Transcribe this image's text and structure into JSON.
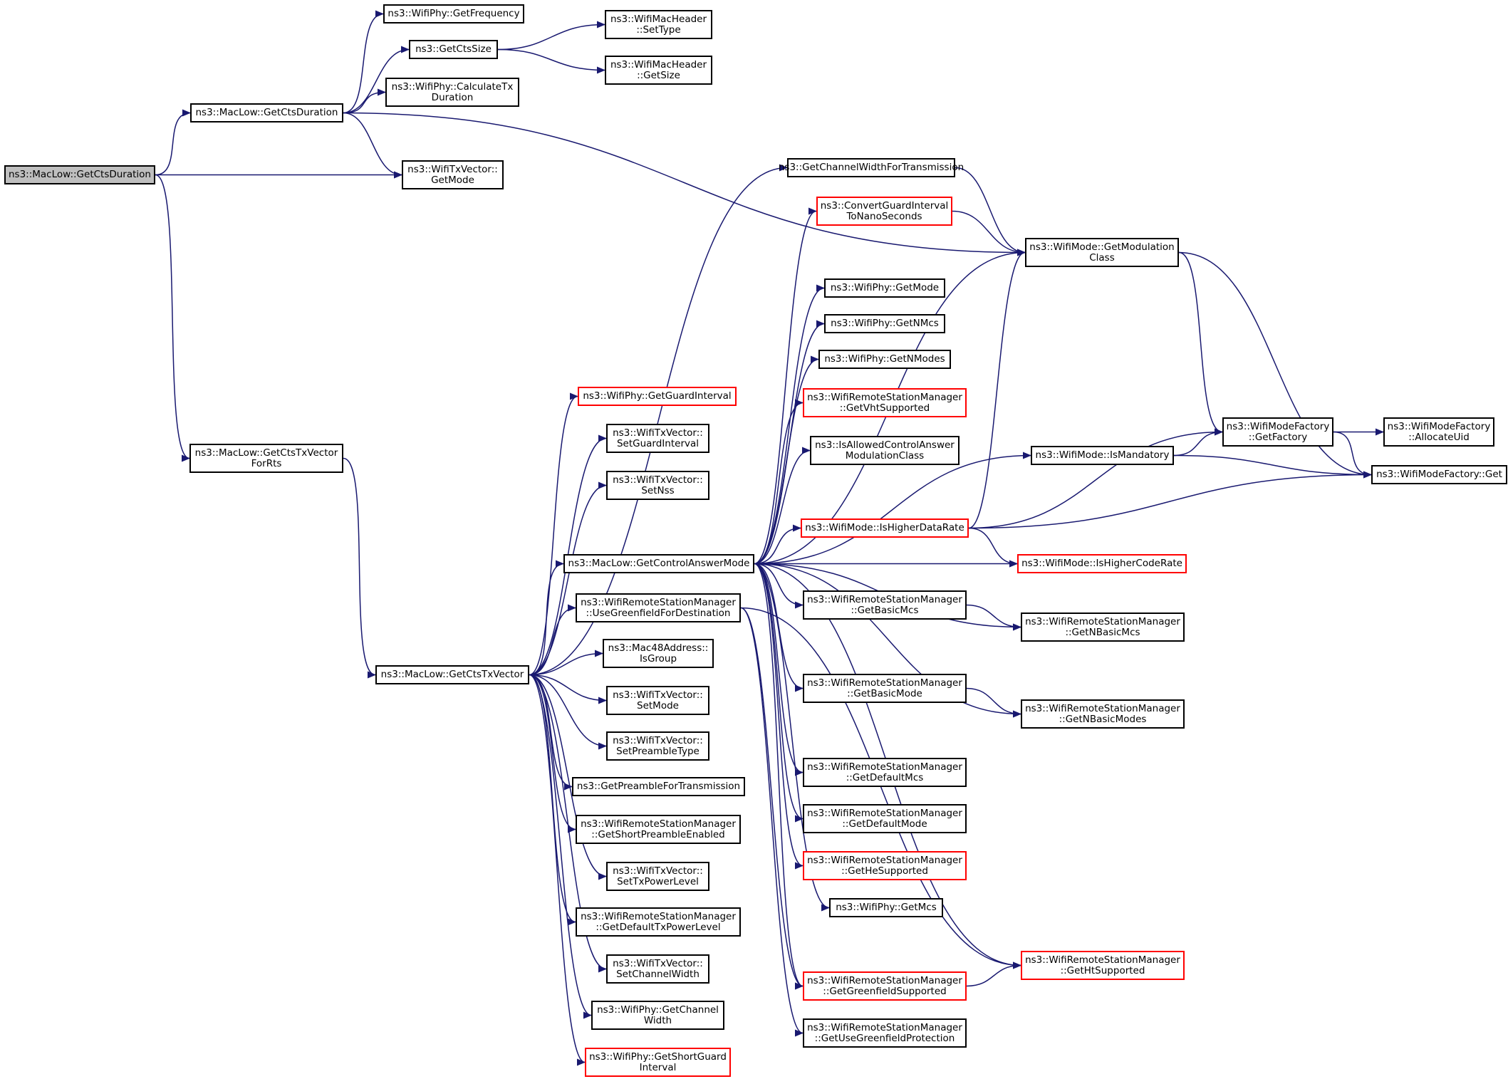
{
  "colors": {
    "edge": "#191970",
    "node_border": "#000000",
    "incomplete_border": "#ff0000",
    "root_fill": "#bfbfbf"
  },
  "nodes": [
    {
      "id": "root",
      "lines": [
        "ns3::MacLow::GetCtsDuration"
      ],
      "style": "root"
    },
    {
      "id": "getctsdur2",
      "lines": [
        "ns3::MacLow::GetCtsDuration"
      ],
      "style": "normal"
    },
    {
      "id": "getfreq",
      "lines": [
        "ns3::WifiPhy::GetFrequency"
      ],
      "style": "normal"
    },
    {
      "id": "getctssize",
      "lines": [
        "ns3::GetCtsSize"
      ],
      "style": "normal"
    },
    {
      "id": "settype",
      "lines": [
        "ns3::WifiMacHeader",
        "::SetType"
      ],
      "style": "normal"
    },
    {
      "id": "getsize",
      "lines": [
        "ns3::WifiMacHeader",
        "::GetSize"
      ],
      "style": "normal"
    },
    {
      "id": "calctx",
      "lines": [
        "ns3::WifiPhy::CalculateTx",
        "Duration"
      ],
      "style": "normal"
    },
    {
      "id": "txgetmode",
      "lines": [
        "ns3::WifiTxVector::",
        "GetMode"
      ],
      "style": "normal"
    },
    {
      "id": "getctstxvecrts",
      "lines": [
        "ns3::MacLow::GetCtsTxVector",
        "ForRts"
      ],
      "style": "normal"
    },
    {
      "id": "getctstxvec",
      "lines": [
        "ns3::MacLow::GetCtsTxVector"
      ],
      "style": "normal"
    },
    {
      "id": "getchwidthtx",
      "lines": [
        "ns3::GetChannelWidthForTransmission"
      ],
      "style": "normal"
    },
    {
      "id": "convgi",
      "lines": [
        "ns3::ConvertGuardInterval",
        "ToNanoSeconds"
      ],
      "style": "red"
    },
    {
      "id": "getmodclass",
      "lines": [
        "ns3::WifiMode::GetModulation",
        "Class"
      ],
      "style": "normal"
    },
    {
      "id": "phygetmode",
      "lines": [
        "ns3::WifiPhy::GetMode"
      ],
      "style": "normal"
    },
    {
      "id": "getnmcs",
      "lines": [
        "ns3::WifiPhy::GetNMcs"
      ],
      "style": "normal"
    },
    {
      "id": "getnmodes",
      "lines": [
        "ns3::WifiPhy::GetNModes"
      ],
      "style": "normal"
    },
    {
      "id": "getvht",
      "lines": [
        "ns3::WifiRemoteStationManager",
        "::GetVhtSupported"
      ],
      "style": "red"
    },
    {
      "id": "isallowed",
      "lines": [
        "ns3::IsAllowedControlAnswer",
        "ModulationClass"
      ],
      "style": "normal"
    },
    {
      "id": "getgi",
      "lines": [
        "ns3::WifiPhy::GetGuardInterval"
      ],
      "style": "red"
    },
    {
      "id": "setgi",
      "lines": [
        "ns3::WifiTxVector::",
        "SetGuardInterval"
      ],
      "style": "normal"
    },
    {
      "id": "setnss",
      "lines": [
        "ns3::WifiTxVector::",
        "SetNss"
      ],
      "style": "normal"
    },
    {
      "id": "getctrlans",
      "lines": [
        "ns3::MacLow::GetControlAnswerMode"
      ],
      "style": "normal"
    },
    {
      "id": "usegreen",
      "lines": [
        "ns3::WifiRemoteStationManager",
        "::UseGreenfieldForDestination"
      ],
      "style": "normal"
    },
    {
      "id": "isgroup",
      "lines": [
        "ns3::Mac48Address::",
        "IsGroup"
      ],
      "style": "normal"
    },
    {
      "id": "setmode",
      "lines": [
        "ns3::WifiTxVector::",
        "SetMode"
      ],
      "style": "normal"
    },
    {
      "id": "setpreamble",
      "lines": [
        "ns3::WifiTxVector::",
        "SetPreambleType"
      ],
      "style": "normal"
    },
    {
      "id": "getpreamble",
      "lines": [
        "ns3::GetPreambleForTransmission"
      ],
      "style": "normal"
    },
    {
      "id": "getshortpre",
      "lines": [
        "ns3::WifiRemoteStationManager",
        "::GetShortPreambleEnabled"
      ],
      "style": "normal"
    },
    {
      "id": "settxpower",
      "lines": [
        "ns3::WifiTxVector::",
        "SetTxPowerLevel"
      ],
      "style": "normal"
    },
    {
      "id": "getdeftxpower",
      "lines": [
        "ns3::WifiRemoteStationManager",
        "::GetDefaultTxPowerLevel"
      ],
      "style": "normal"
    },
    {
      "id": "setchwidth",
      "lines": [
        "ns3::WifiTxVector::",
        "SetChannelWidth"
      ],
      "style": "normal"
    },
    {
      "id": "phygetchw",
      "lines": [
        "ns3::WifiPhy::GetChannel",
        "Width"
      ],
      "style": "normal"
    },
    {
      "id": "getshortgi",
      "lines": [
        "ns3::WifiPhy::GetShortGuard",
        "Interval"
      ],
      "style": "red"
    },
    {
      "id": "ishigherdr",
      "lines": [
        "ns3::WifiMode::IsHigherDataRate"
      ],
      "style": "red"
    },
    {
      "id": "ismandatory",
      "lines": [
        "ns3::WifiMode::IsMandatory"
      ],
      "style": "normal"
    },
    {
      "id": "ishighercr",
      "lines": [
        "ns3::WifiMode::IsHigherCodeRate"
      ],
      "style": "red"
    },
    {
      "id": "getfactory",
      "lines": [
        "ns3::WifiModeFactory",
        "::GetFactory"
      ],
      "style": "normal"
    },
    {
      "id": "allocuid",
      "lines": [
        "ns3::WifiModeFactory",
        "::AllocateUid"
      ],
      "style": "normal"
    },
    {
      "id": "factget",
      "lines": [
        "ns3::WifiModeFactory::Get"
      ],
      "style": "normal"
    },
    {
      "id": "getbasicmcs",
      "lines": [
        "ns3::WifiRemoteStationManager",
        "::GetBasicMcs"
      ],
      "style": "normal"
    },
    {
      "id": "getnbasicmcs",
      "lines": [
        "ns3::WifiRemoteStationManager",
        "::GetNBasicMcs"
      ],
      "style": "normal"
    },
    {
      "id": "getbasicmode",
      "lines": [
        "ns3::WifiRemoteStationManager",
        "::GetBasicMode"
      ],
      "style": "normal"
    },
    {
      "id": "getnbasicmodes",
      "lines": [
        "ns3::WifiRemoteStationManager",
        "::GetNBasicModes"
      ],
      "style": "normal"
    },
    {
      "id": "getdefmcs",
      "lines": [
        "ns3::WifiRemoteStationManager",
        "::GetDefaultMcs"
      ],
      "style": "normal"
    },
    {
      "id": "getdefmode",
      "lines": [
        "ns3::WifiRemoteStationManager",
        "::GetDefaultMode"
      ],
      "style": "normal"
    },
    {
      "id": "gethe",
      "lines": [
        "ns3::WifiRemoteStationManager",
        "::GetHeSupported"
      ],
      "style": "red"
    },
    {
      "id": "phygetmcs",
      "lines": [
        "ns3::WifiPhy::GetMcs"
      ],
      "style": "normal"
    },
    {
      "id": "getht",
      "lines": [
        "ns3::WifiRemoteStationManager",
        "::GetHtSupported"
      ],
      "style": "red"
    },
    {
      "id": "getgreen",
      "lines": [
        "ns3::WifiRemoteStationManager",
        "::GetGreenfieldSupported"
      ],
      "style": "red"
    },
    {
      "id": "getusegreenprot",
      "lines": [
        "ns3::WifiRemoteStationManager",
        "::GetUseGreenfieldProtection"
      ],
      "style": "normal"
    }
  ],
  "edges": [
    [
      "root",
      "getctsdur2"
    ],
    [
      "root",
      "txgetmode"
    ],
    [
      "root",
      "getctstxvecrts"
    ],
    [
      "getctsdur2",
      "getfreq"
    ],
    [
      "getctsdur2",
      "getctssize"
    ],
    [
      "getctsdur2",
      "calctx"
    ],
    [
      "getctsdur2",
      "txgetmode"
    ],
    [
      "getctsdur2",
      "getmodclass"
    ],
    [
      "getctssize",
      "settype"
    ],
    [
      "getctssize",
      "getsize"
    ],
    [
      "getctstxvecrts",
      "getctstxvec"
    ],
    [
      "getctstxvec",
      "getchwidthtx"
    ],
    [
      "getctstxvec",
      "getgi"
    ],
    [
      "getctstxvec",
      "setgi"
    ],
    [
      "getctstxvec",
      "setnss"
    ],
    [
      "getctstxvec",
      "getctrlans"
    ],
    [
      "getctstxvec",
      "usegreen"
    ],
    [
      "getctstxvec",
      "isgroup"
    ],
    [
      "getctstxvec",
      "setmode"
    ],
    [
      "getctstxvec",
      "setpreamble"
    ],
    [
      "getctstxvec",
      "getpreamble"
    ],
    [
      "getctstxvec",
      "getshortpre"
    ],
    [
      "getctstxvec",
      "settxpower"
    ],
    [
      "getctstxvec",
      "getdeftxpower"
    ],
    [
      "getctstxvec",
      "setchwidth"
    ],
    [
      "getctstxvec",
      "phygetchw"
    ],
    [
      "getctstxvec",
      "getshortgi"
    ],
    [
      "getchwidthtx",
      "getmodclass"
    ],
    [
      "convgi",
      "getmodclass"
    ],
    [
      "getctrlans",
      "convgi"
    ],
    [
      "getctrlans",
      "getmodclass"
    ],
    [
      "getctrlans",
      "phygetmode"
    ],
    [
      "getctrlans",
      "getnmcs"
    ],
    [
      "getctrlans",
      "getnmodes"
    ],
    [
      "getctrlans",
      "getvht"
    ],
    [
      "getctrlans",
      "isallowed"
    ],
    [
      "getctrlans",
      "ismandatory"
    ],
    [
      "getctrlans",
      "ishigherdr"
    ],
    [
      "getctrlans",
      "ishighercr"
    ],
    [
      "getctrlans",
      "getbasicmcs"
    ],
    [
      "getctrlans",
      "getnbasicmcs"
    ],
    [
      "getctrlans",
      "getbasicmode"
    ],
    [
      "getctrlans",
      "getnbasicmodes"
    ],
    [
      "getctrlans",
      "getdefmcs"
    ],
    [
      "getctrlans",
      "getdefmode"
    ],
    [
      "getctrlans",
      "gethe"
    ],
    [
      "getctrlans",
      "phygetmcs"
    ],
    [
      "getctrlans",
      "getht"
    ],
    [
      "getctrlans",
      "getgreen"
    ],
    [
      "usegreen",
      "getht"
    ],
    [
      "usegreen",
      "getgreen"
    ],
    [
      "usegreen",
      "getusegreenprot"
    ],
    [
      "getmodclass",
      "getfactory"
    ],
    [
      "getmodclass",
      "factget"
    ],
    [
      "ishigherdr",
      "getmodclass"
    ],
    [
      "ishigherdr",
      "getfactory"
    ],
    [
      "ishigherdr",
      "factget"
    ],
    [
      "ishigherdr",
      "ishighercr"
    ],
    [
      "ismandatory",
      "getfactory"
    ],
    [
      "ismandatory",
      "factget"
    ],
    [
      "getfactory",
      "allocuid"
    ],
    [
      "getfactory",
      "factget"
    ],
    [
      "getbasicmcs",
      "getnbasicmcs"
    ],
    [
      "getbasicmode",
      "getnbasicmodes"
    ],
    [
      "getgreen",
      "getht"
    ]
  ]
}
